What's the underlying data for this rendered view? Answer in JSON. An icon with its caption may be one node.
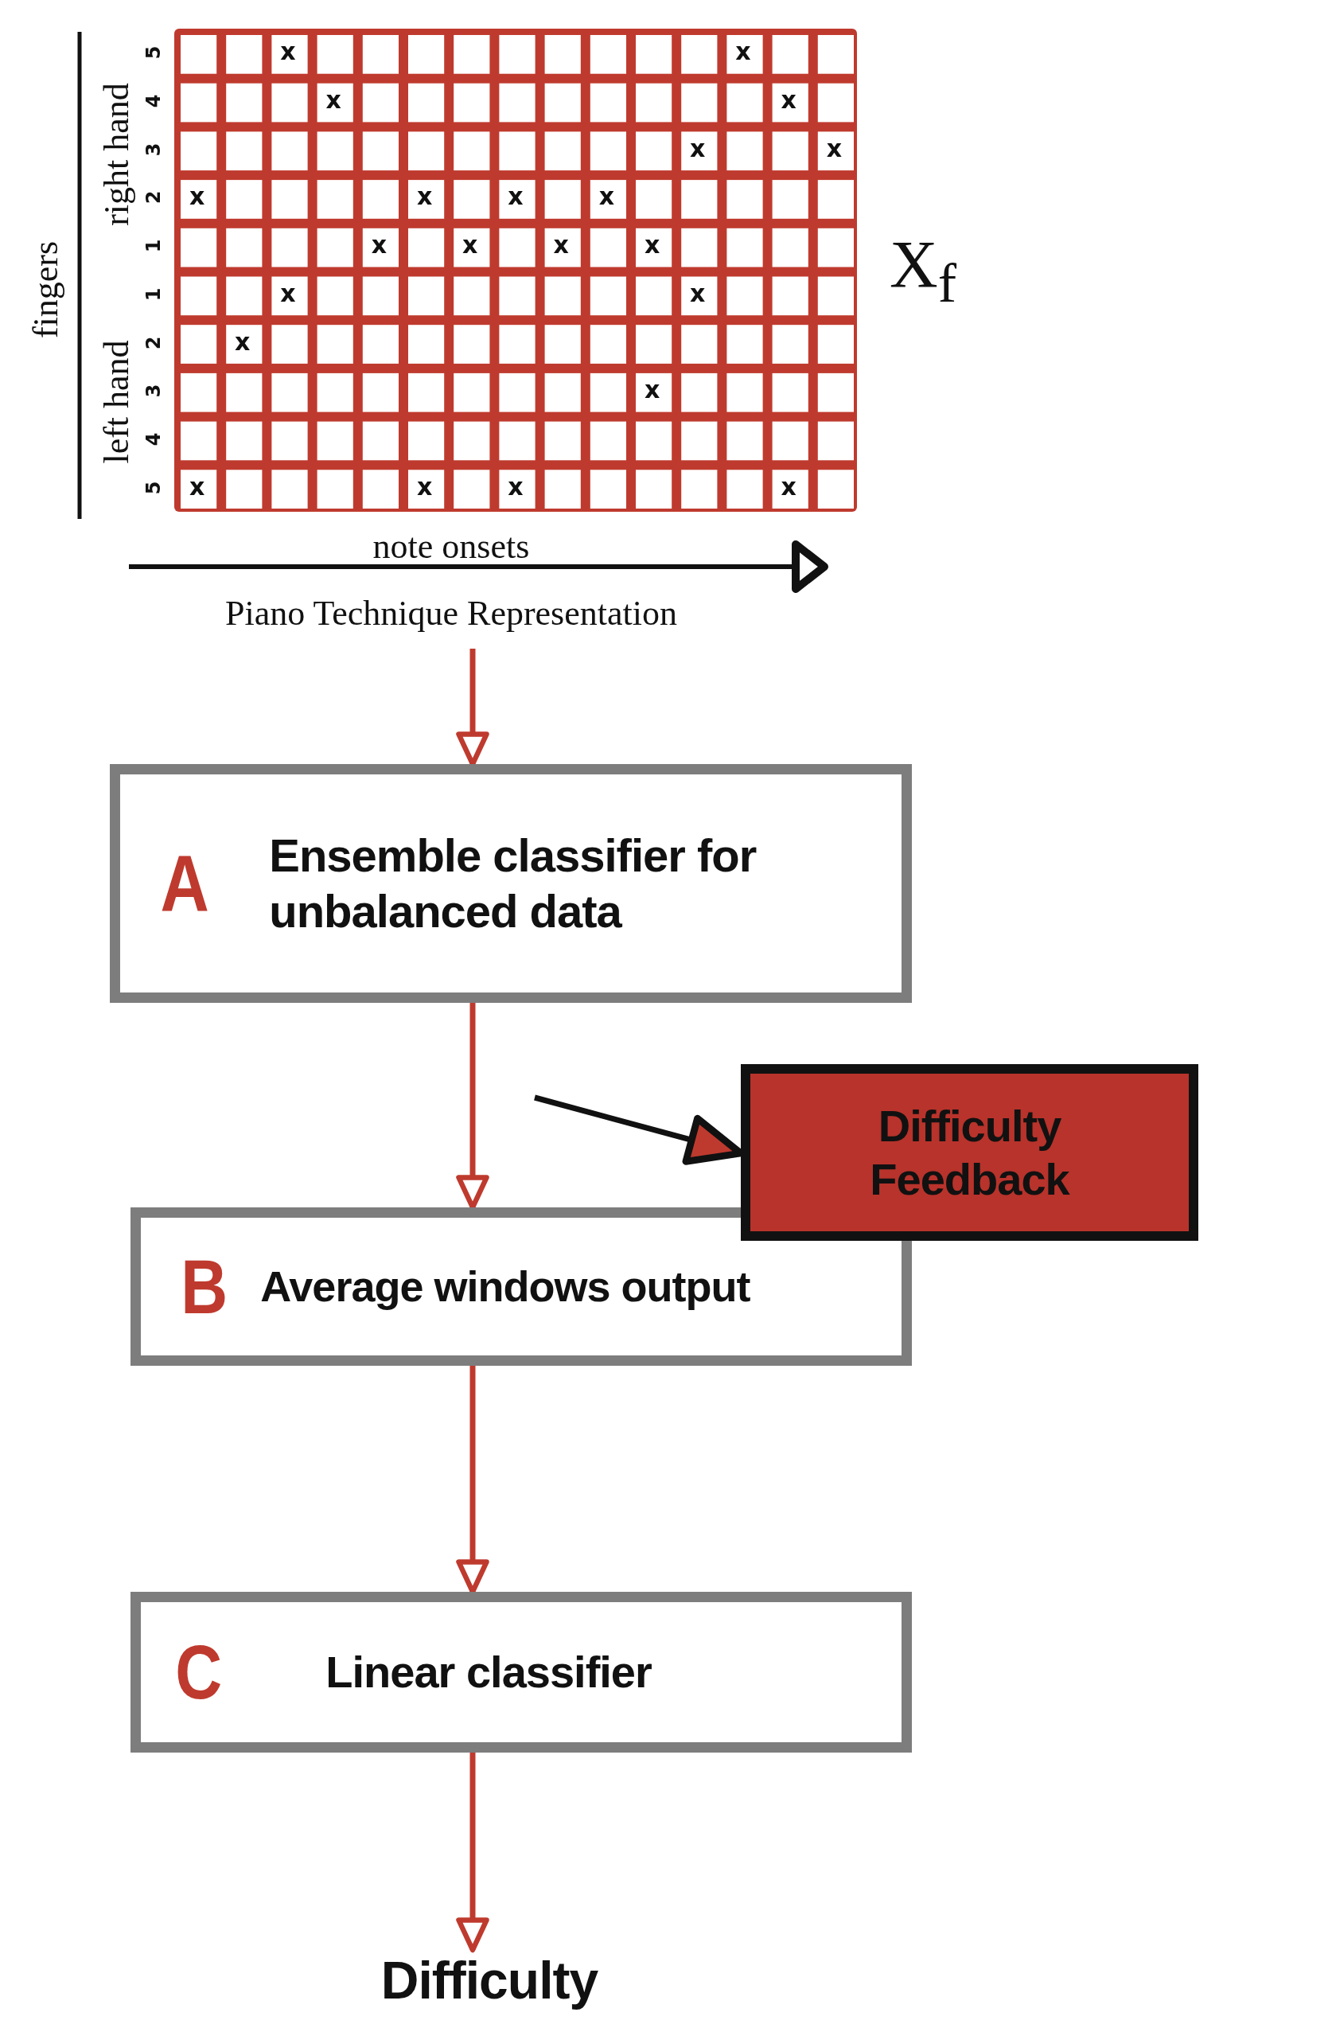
{
  "diagram": {
    "nodes": [
      {
        "text": [
          "Piano Technique Representation"
        ]
      },
      {
        "text": [
          "A",
          "Ensemble classifier for unbalanced data"
        ]
      },
      {
        "text": [
          "Difficulty Feedback"
        ]
      },
      {
        "text": [
          "B",
          "Average windows output"
        ]
      },
      {
        "text": [
          "C",
          "Linear classifier"
        ]
      },
      {
        "text": [
          "Difficulty"
        ]
      }
    ],
    "edges": [
      {
        "from": 0,
        "to": 1,
        "arrow": "to"
      },
      {
        "from": 1,
        "to": 3,
        "arrow": "to"
      },
      {
        "from": null,
        "to": 2,
        "arrow": "to",
        "color": "#111111"
      },
      {
        "from": 3,
        "to": 4,
        "arrow": "to"
      },
      {
        "from": 4,
        "to": 5,
        "arrow": "to"
      }
    ],
    "labels": [
      "fingers",
      "right hand",
      "left hand",
      "5",
      "x",
      "x",
      "4",
      "x",
      "x",
      "3",
      "x",
      "x",
      "2",
      "x",
      "x",
      "x",
      "x",
      "1",
      "x",
      "x",
      "x",
      "x",
      "1",
      "x",
      "x",
      "2",
      "x",
      "3",
      "x",
      "4",
      "5",
      "x",
      "x",
      "x",
      "x",
      "X$_{f}$",
      "note onsets"
    ]
  }
}
